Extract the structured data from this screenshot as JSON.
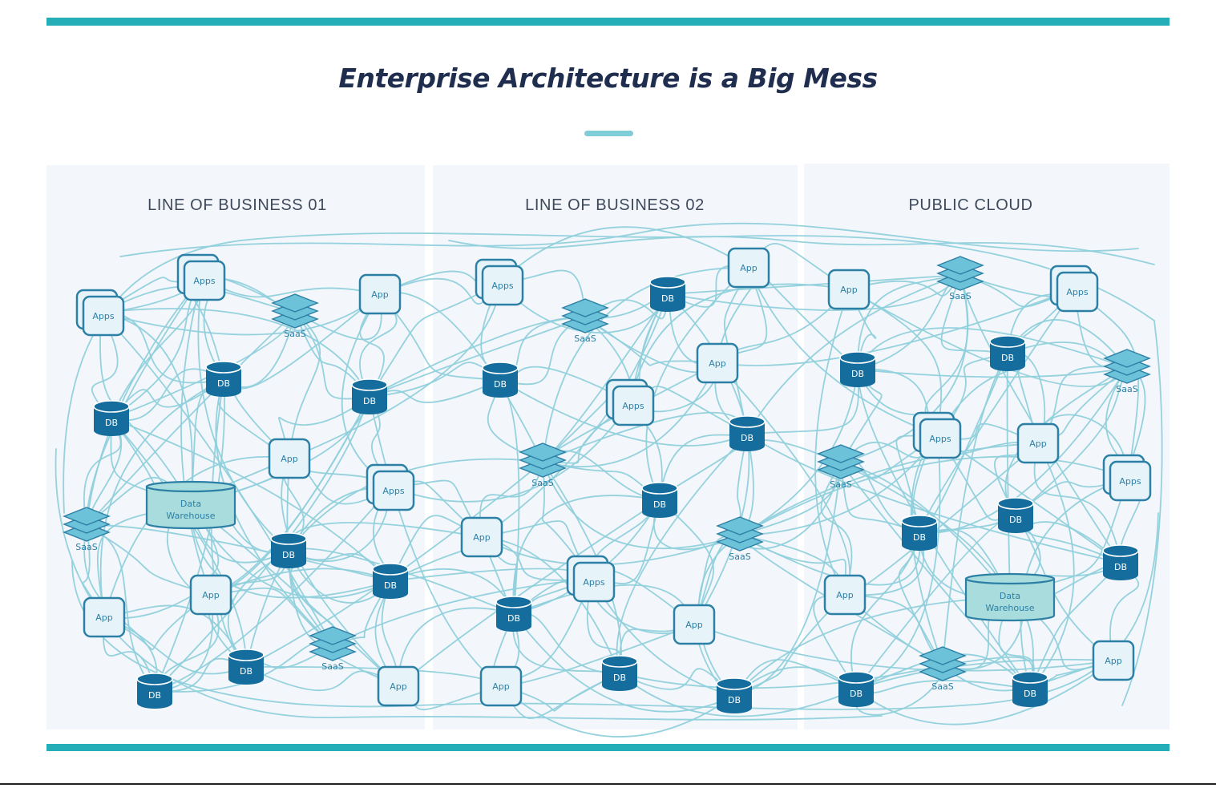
{
  "slide": {
    "title": "Enterprise Architecture is a Big Mess",
    "accent_color": "#25aeb8",
    "title_color": "#1f2d4f"
  },
  "zones": [
    {
      "label": "LINE OF BUSINESS 01"
    },
    {
      "label": "LINE OF BUSINESS 02"
    },
    {
      "label": "PUBLIC CLOUD"
    }
  ],
  "node_labels": {
    "app": "App",
    "apps": "Apps",
    "db": "DB",
    "saas": "SaaS",
    "warehouse_line1": "Data",
    "warehouse_line2": "Warehouse"
  },
  "colors": {
    "panel": "#f3f6fa",
    "connector": "#8fd0dc",
    "app_fill": "#e6f4fa",
    "app_stroke": "#2c7fa5",
    "db_fill": "#146d9c",
    "saas_fill": "#6cc2d8",
    "warehouse_fill": "#a9dcdc"
  }
}
